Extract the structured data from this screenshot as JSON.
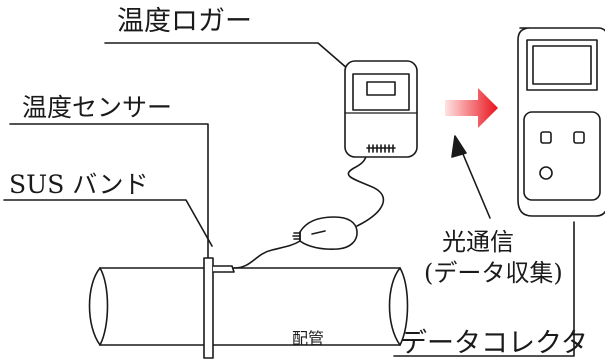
{
  "labels": {
    "temperature_logger": "温度ロガー",
    "temperature_sensor": "温度センサー",
    "sus_band": "SUS バンド",
    "optical_comm_line1": "光通信",
    "optical_comm_line2": "(データ収集)",
    "pipe": "配管",
    "data_collector": "データコレクタ"
  },
  "colors": {
    "line": "#1a1a1a",
    "arrow_start": "#ffe3e3",
    "arrow_end": "#e8121b",
    "device_fill": "#ffffff"
  },
  "icons": {
    "optical_arrow": "right-arrow-gradient",
    "pointer_arrow": "up-left-arrow"
  }
}
